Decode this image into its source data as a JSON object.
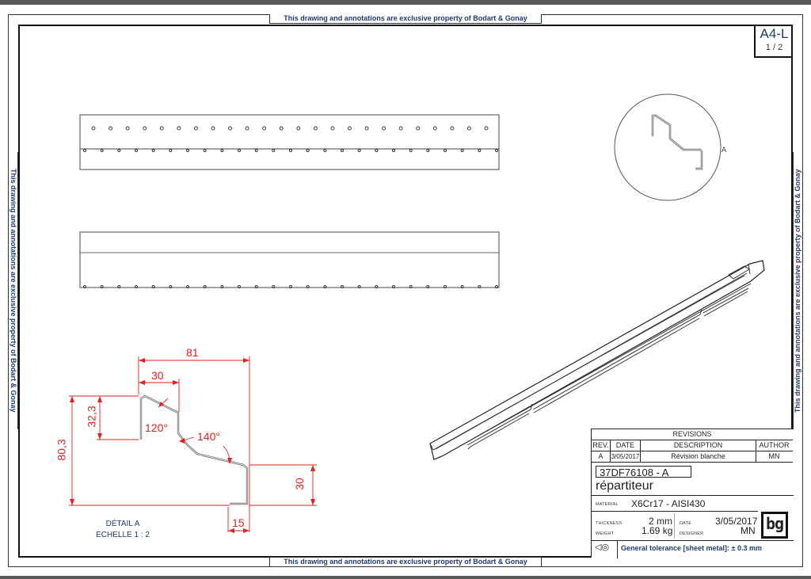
{
  "frame": {
    "property_notice": "This drawing and annotations are exclusive property of Bodart & Gonay",
    "sheet_size": "A4-L",
    "sheet_page": "1 / 2"
  },
  "views": {
    "top_view": {
      "holes_top_row": 24,
      "notches_bottom_row": 25
    },
    "front_view": {
      "notches_bottom_row": 25
    },
    "detail_callout": {
      "label": "A"
    },
    "isometric_view": {}
  },
  "detail": {
    "title": "DÉTAIL A",
    "scale": "ECHELLE 1 : 2",
    "dimensions": {
      "overall_width": "81",
      "top_width": "30",
      "overall_height": "80,3",
      "top_flange_height": "32,3",
      "angle_1": "120°",
      "angle_2": "140°",
      "bottom_flange_height": "30",
      "return_lip": "15"
    }
  },
  "revisions": {
    "title": "REVISIONS",
    "headers": [
      "REV.",
      "DATE",
      "DESCRIPTION",
      "AUTHOR"
    ],
    "rows": [
      [
        "A",
        "3/05/2017",
        "Révision blanche",
        "MN"
      ]
    ]
  },
  "title_block": {
    "document_id": "37DF76108 - A",
    "part_name": "répartiteur",
    "material_label": "MATERIAL",
    "material": "X6Cr17 - AISI430",
    "thickness_label": "THICKNESS",
    "thickness": "2 mm",
    "weight_label": "WEIGHT",
    "weight": "1.69 kg",
    "date_label": "DATE",
    "date": "3/05/2017",
    "designer_label": "DESIGNER",
    "designer": "MN",
    "logo": "bg",
    "tolerance": "General tolerance [sheet metal]: ± 0.3 mm"
  },
  "colors": {
    "notice_text": "#1f3a6e",
    "dimension": "#dd2222",
    "frame": "#111111"
  }
}
